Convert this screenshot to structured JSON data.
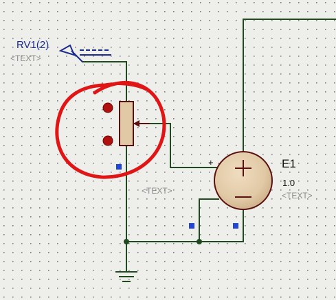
{
  "schematic": {
    "rv1": {
      "ref": "RV1(2)",
      "text_placeholder": "<TEXT>"
    },
    "e1": {
      "ref": "E1",
      "value": "1.0",
      "text_placeholder": "<TEXT>"
    },
    "probe_text_placeholder": "<TEXT>",
    "pin_plus_label": "+"
  },
  "colors": {
    "background": "#eeeeea",
    "grid_dot": "#7a7a7a",
    "wire": "#1f4a1f",
    "junction": "#1f4a1f",
    "component_body": "#e1c9a5",
    "component_outline": "#5b1010",
    "pin_marker": "#2147d6",
    "pin_dot": "#b01010",
    "annotation": "#e01515",
    "probe": "#1a2b8c"
  },
  "icons": [
    "voltage-probe-icon",
    "ground-icon"
  ]
}
